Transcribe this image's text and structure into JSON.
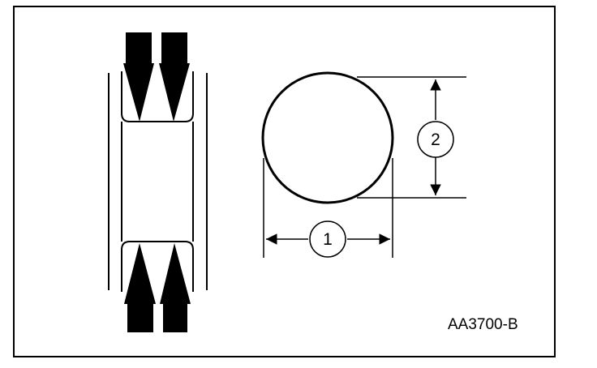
{
  "figure": {
    "id_label": "AA3700-B",
    "callouts": [
      {
        "number": "1",
        "meaning": ""
      },
      {
        "number": "2",
        "meaning": ""
      }
    ]
  },
  "colors": {
    "ink": "#000000",
    "paper": "#ffffff"
  }
}
